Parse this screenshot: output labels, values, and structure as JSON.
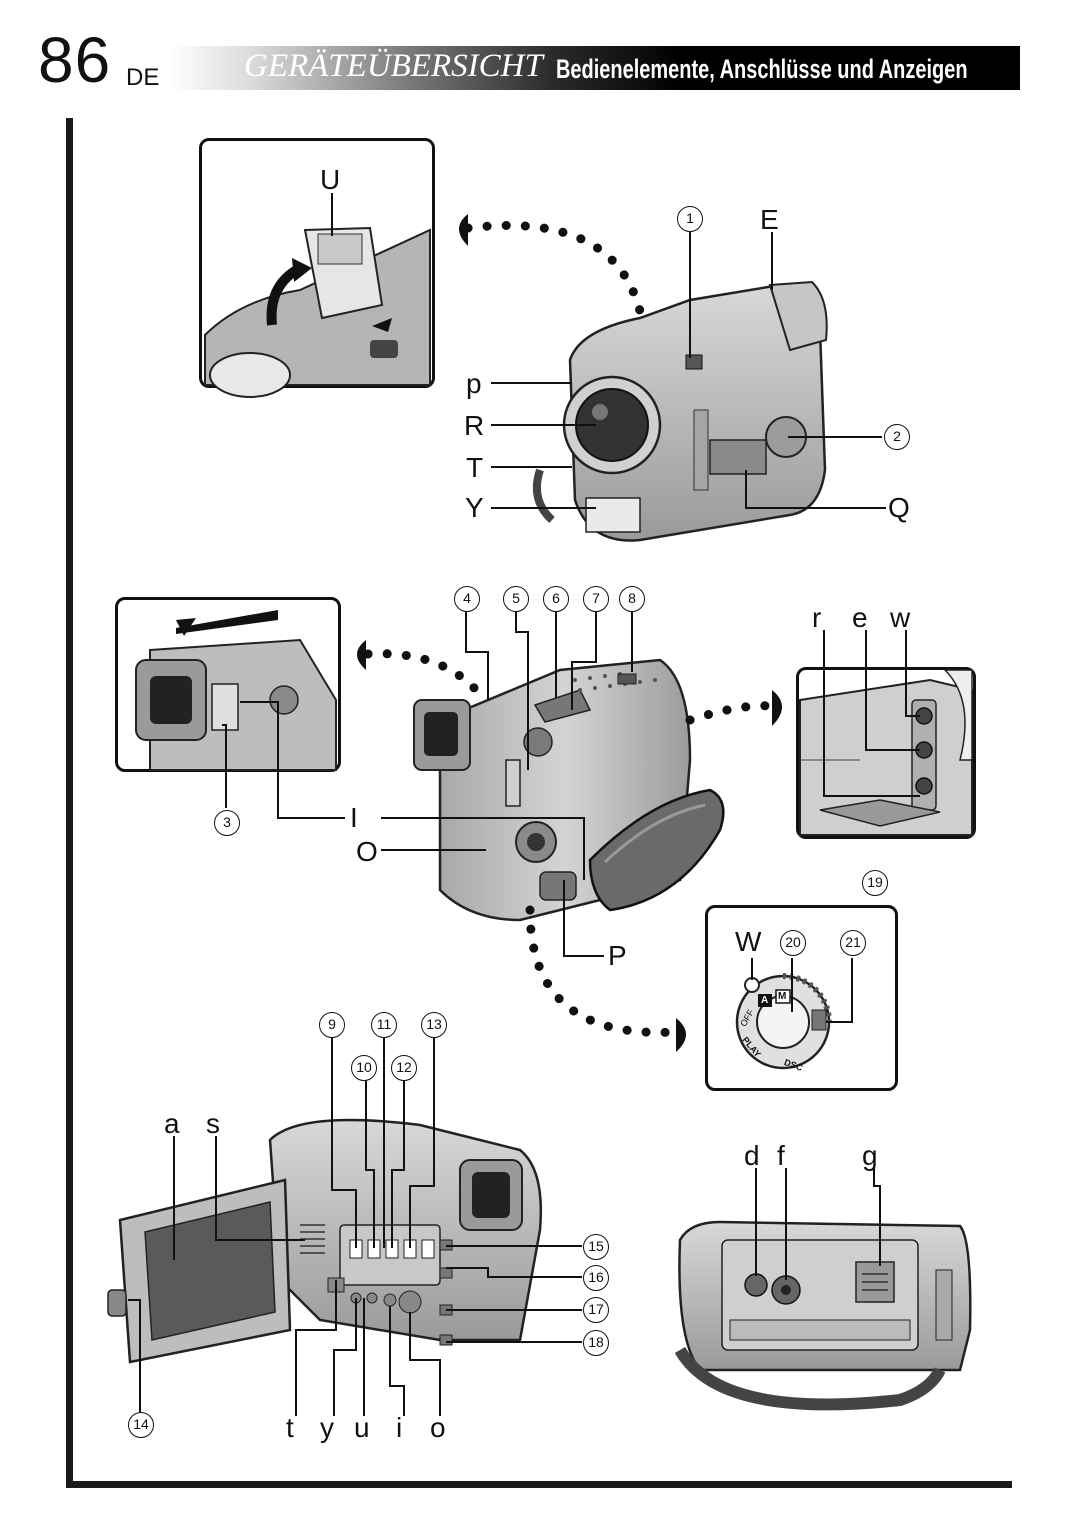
{
  "header": {
    "page_number": "86",
    "language": "DE",
    "section_title": "GERÄTEÜBERSICHT",
    "subtitle": "Bedienelemente, Anschlüsse und Anzeigen"
  },
  "callouts": {
    "front_view": {
      "U": "U",
      "circ1": "1",
      "E": "E",
      "p": "p",
      "R": "R",
      "T": "T",
      "Y": "Y",
      "circ2": "2",
      "Q": "Q"
    },
    "left_view": {
      "circ4": "4",
      "circ5": "5",
      "circ6": "6",
      "circ7": "7",
      "circ8": "8",
      "circ3": "3",
      "I": "I",
      "O": "O",
      "P": "P"
    },
    "jack_detail": {
      "r": "r",
      "e": "e",
      "w": "w"
    },
    "dial_detail": {
      "circ19": "19",
      "W": "W",
      "circ20": "20",
      "circ21": "21",
      "dial_A": "A",
      "dial_M": "M",
      "dial_OFF": "OFF",
      "dial_PLAY": "PLAY",
      "dial_DSC": "DSC"
    },
    "rear_view": {
      "circ9": "9",
      "circ10": "10",
      "circ11": "11",
      "circ12": "12",
      "circ13": "13",
      "a": "a",
      "s": "s",
      "circ14": "14",
      "circ15": "15",
      "circ16": "16",
      "circ17": "17",
      "circ18": "18",
      "t": "t",
      "y": "y",
      "u": "u",
      "i": "i",
      "o": "o"
    },
    "bottom_view": {
      "d": "d",
      "f": "f",
      "g": "g"
    }
  },
  "colors": {
    "ink": "#111111",
    "body_gray": "#bdbdbd",
    "dark_gray": "#555555",
    "light_gray": "#e2e2e2"
  }
}
